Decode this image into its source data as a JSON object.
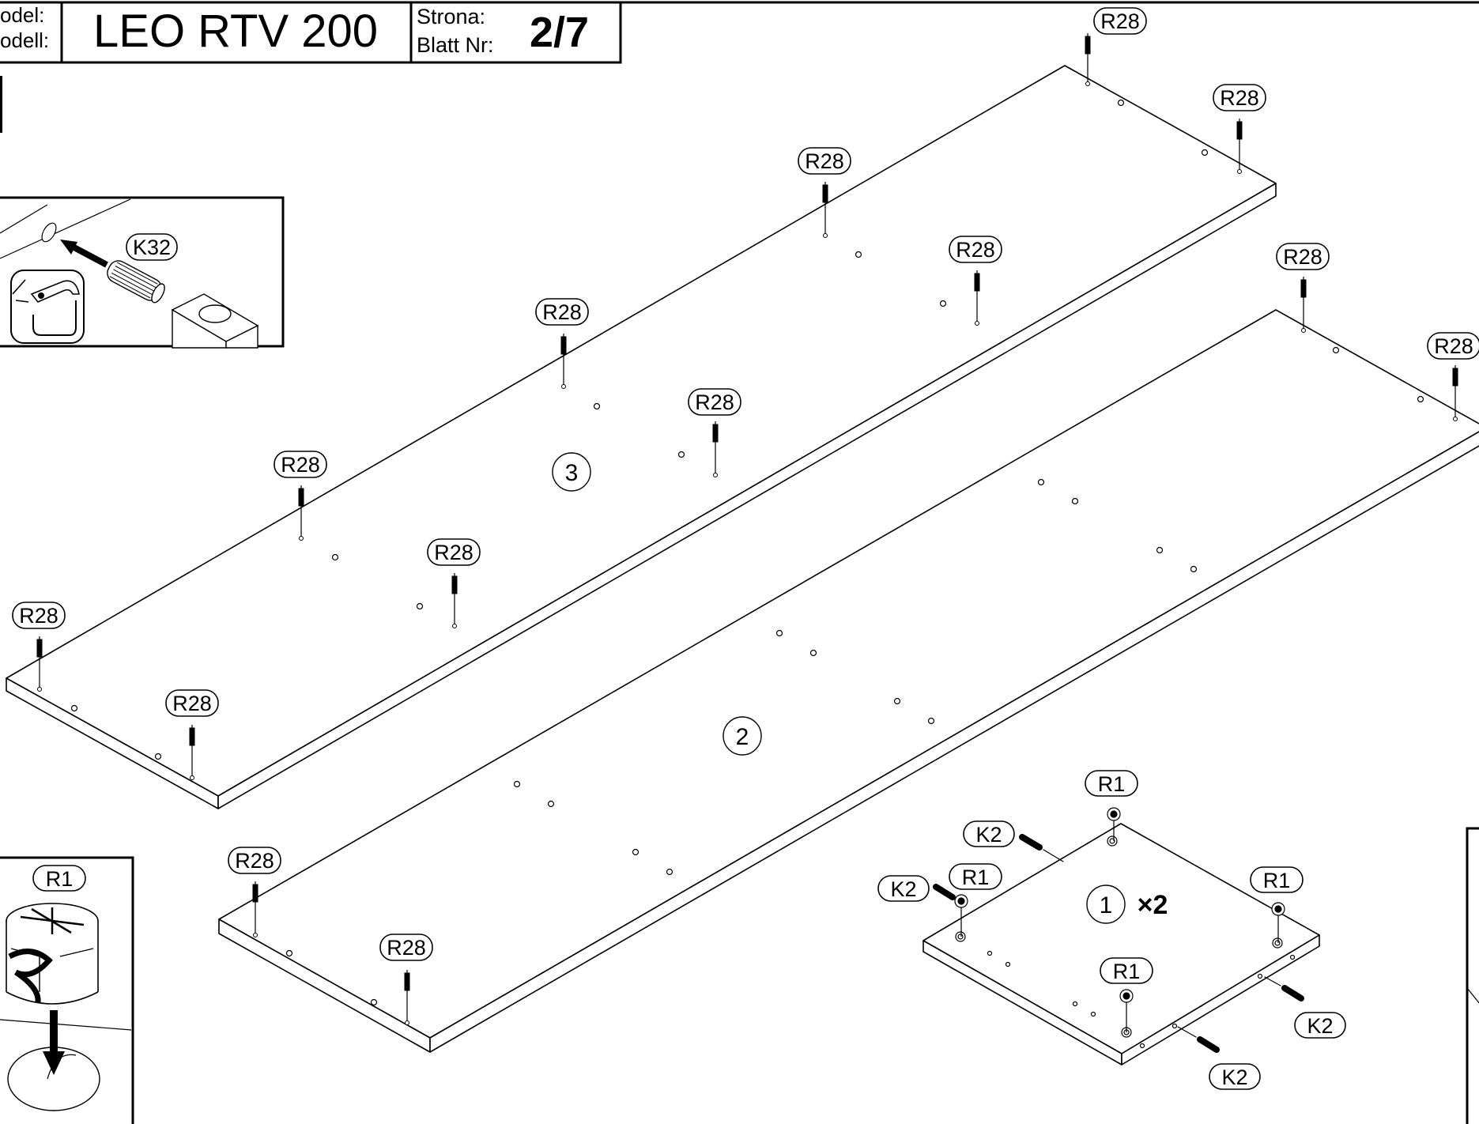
{
  "header": {
    "model_label_1": "odel:",
    "model_label_2": "odell:",
    "model_name": "LEO RTV 200",
    "page_label_1": "Strona:",
    "page_label_2": "Blatt Nr:",
    "page_number": "2/7"
  },
  "panels": {
    "panel_3": "3",
    "panel_2": "2",
    "panel_1": "1",
    "panel_1_multiplier": "×2"
  },
  "parts": {
    "r28": "R28",
    "r1": "R1",
    "k2": "K2",
    "k32": "K32"
  },
  "icons": {
    "hammer_note": "hammer-warning-icon"
  }
}
